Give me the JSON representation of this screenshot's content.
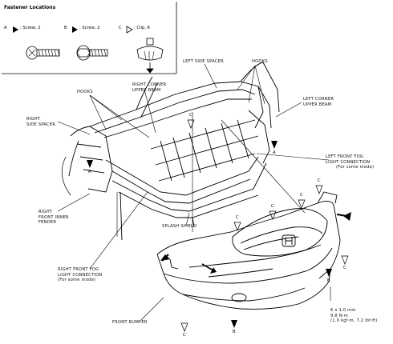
{
  "legend": {
    "title": "Fastener Locations",
    "items": [
      {
        "key": "A",
        "desc": ": Screw, 2"
      },
      {
        "key": "B",
        "desc": ": Screw, 2"
      },
      {
        "key": "C",
        "desc": ": Clip, 6"
      }
    ]
  },
  "callouts": {
    "left_side_spacer": "LEFT SIDE SPACER",
    "hooks_top": "HOOKS",
    "hooks_left": "HOOKS",
    "right_corner_upper_beam": "RIGHT CORNER\nUPPER BEAM",
    "left_corner_upper_beam": "LEFT CORNER\nUPPER BEAM",
    "right_side_spacer": "RIGHT\nSIDE SPACER",
    "left_front_fog": "LEFT FRONT FOG\nLIGHT CONNECTION",
    "left_front_fog_note": "(For some mode)",
    "right_front_inner_fender": "RIGHT\nFRONT INNER\nFENDER",
    "splash_shield": "SPLASH SHIELD",
    "right_front_fog": "RIGHT FRONT FOG\nLIGHT CONNECTION",
    "right_front_fog_note": "(For some mode)",
    "front_bumper": "FRONT BUMPER",
    "torque_spec": "6 x 1.0 mm\n9.8 N·m\n(1.0 kgf·m, 7.2 lbf·ft)"
  },
  "markers": {
    "a": "A",
    "b": "B",
    "c": "C"
  }
}
